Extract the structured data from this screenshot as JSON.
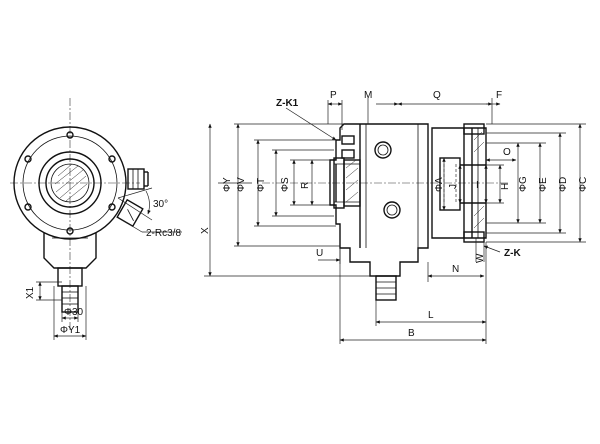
{
  "labels": {
    "z_k1": "Z-K1",
    "p": "P",
    "m": "M",
    "q": "Q",
    "f": "F",
    "o": "O",
    "phi_y": "ΦY",
    "phi_v": "ΦV",
    "phi_t": "ΦT",
    "phi_s": "ΦS",
    "r": "R",
    "phi_a": "ΦA",
    "j": "J",
    "i": "I",
    "h": "H",
    "phi_g": "ΦG",
    "phi_e": "ΦE",
    "phi_d": "ΦD",
    "phi_c": "ΦC",
    "x": "X",
    "u": "U",
    "w": "W",
    "z_k": "Z-K",
    "n": "N",
    "l": "L",
    "b": "B",
    "x1": "X1",
    "phi30": "Φ30",
    "phi_y1": "ΦY1",
    "angle_30": "30°",
    "rc": "2-Rc3/8"
  }
}
